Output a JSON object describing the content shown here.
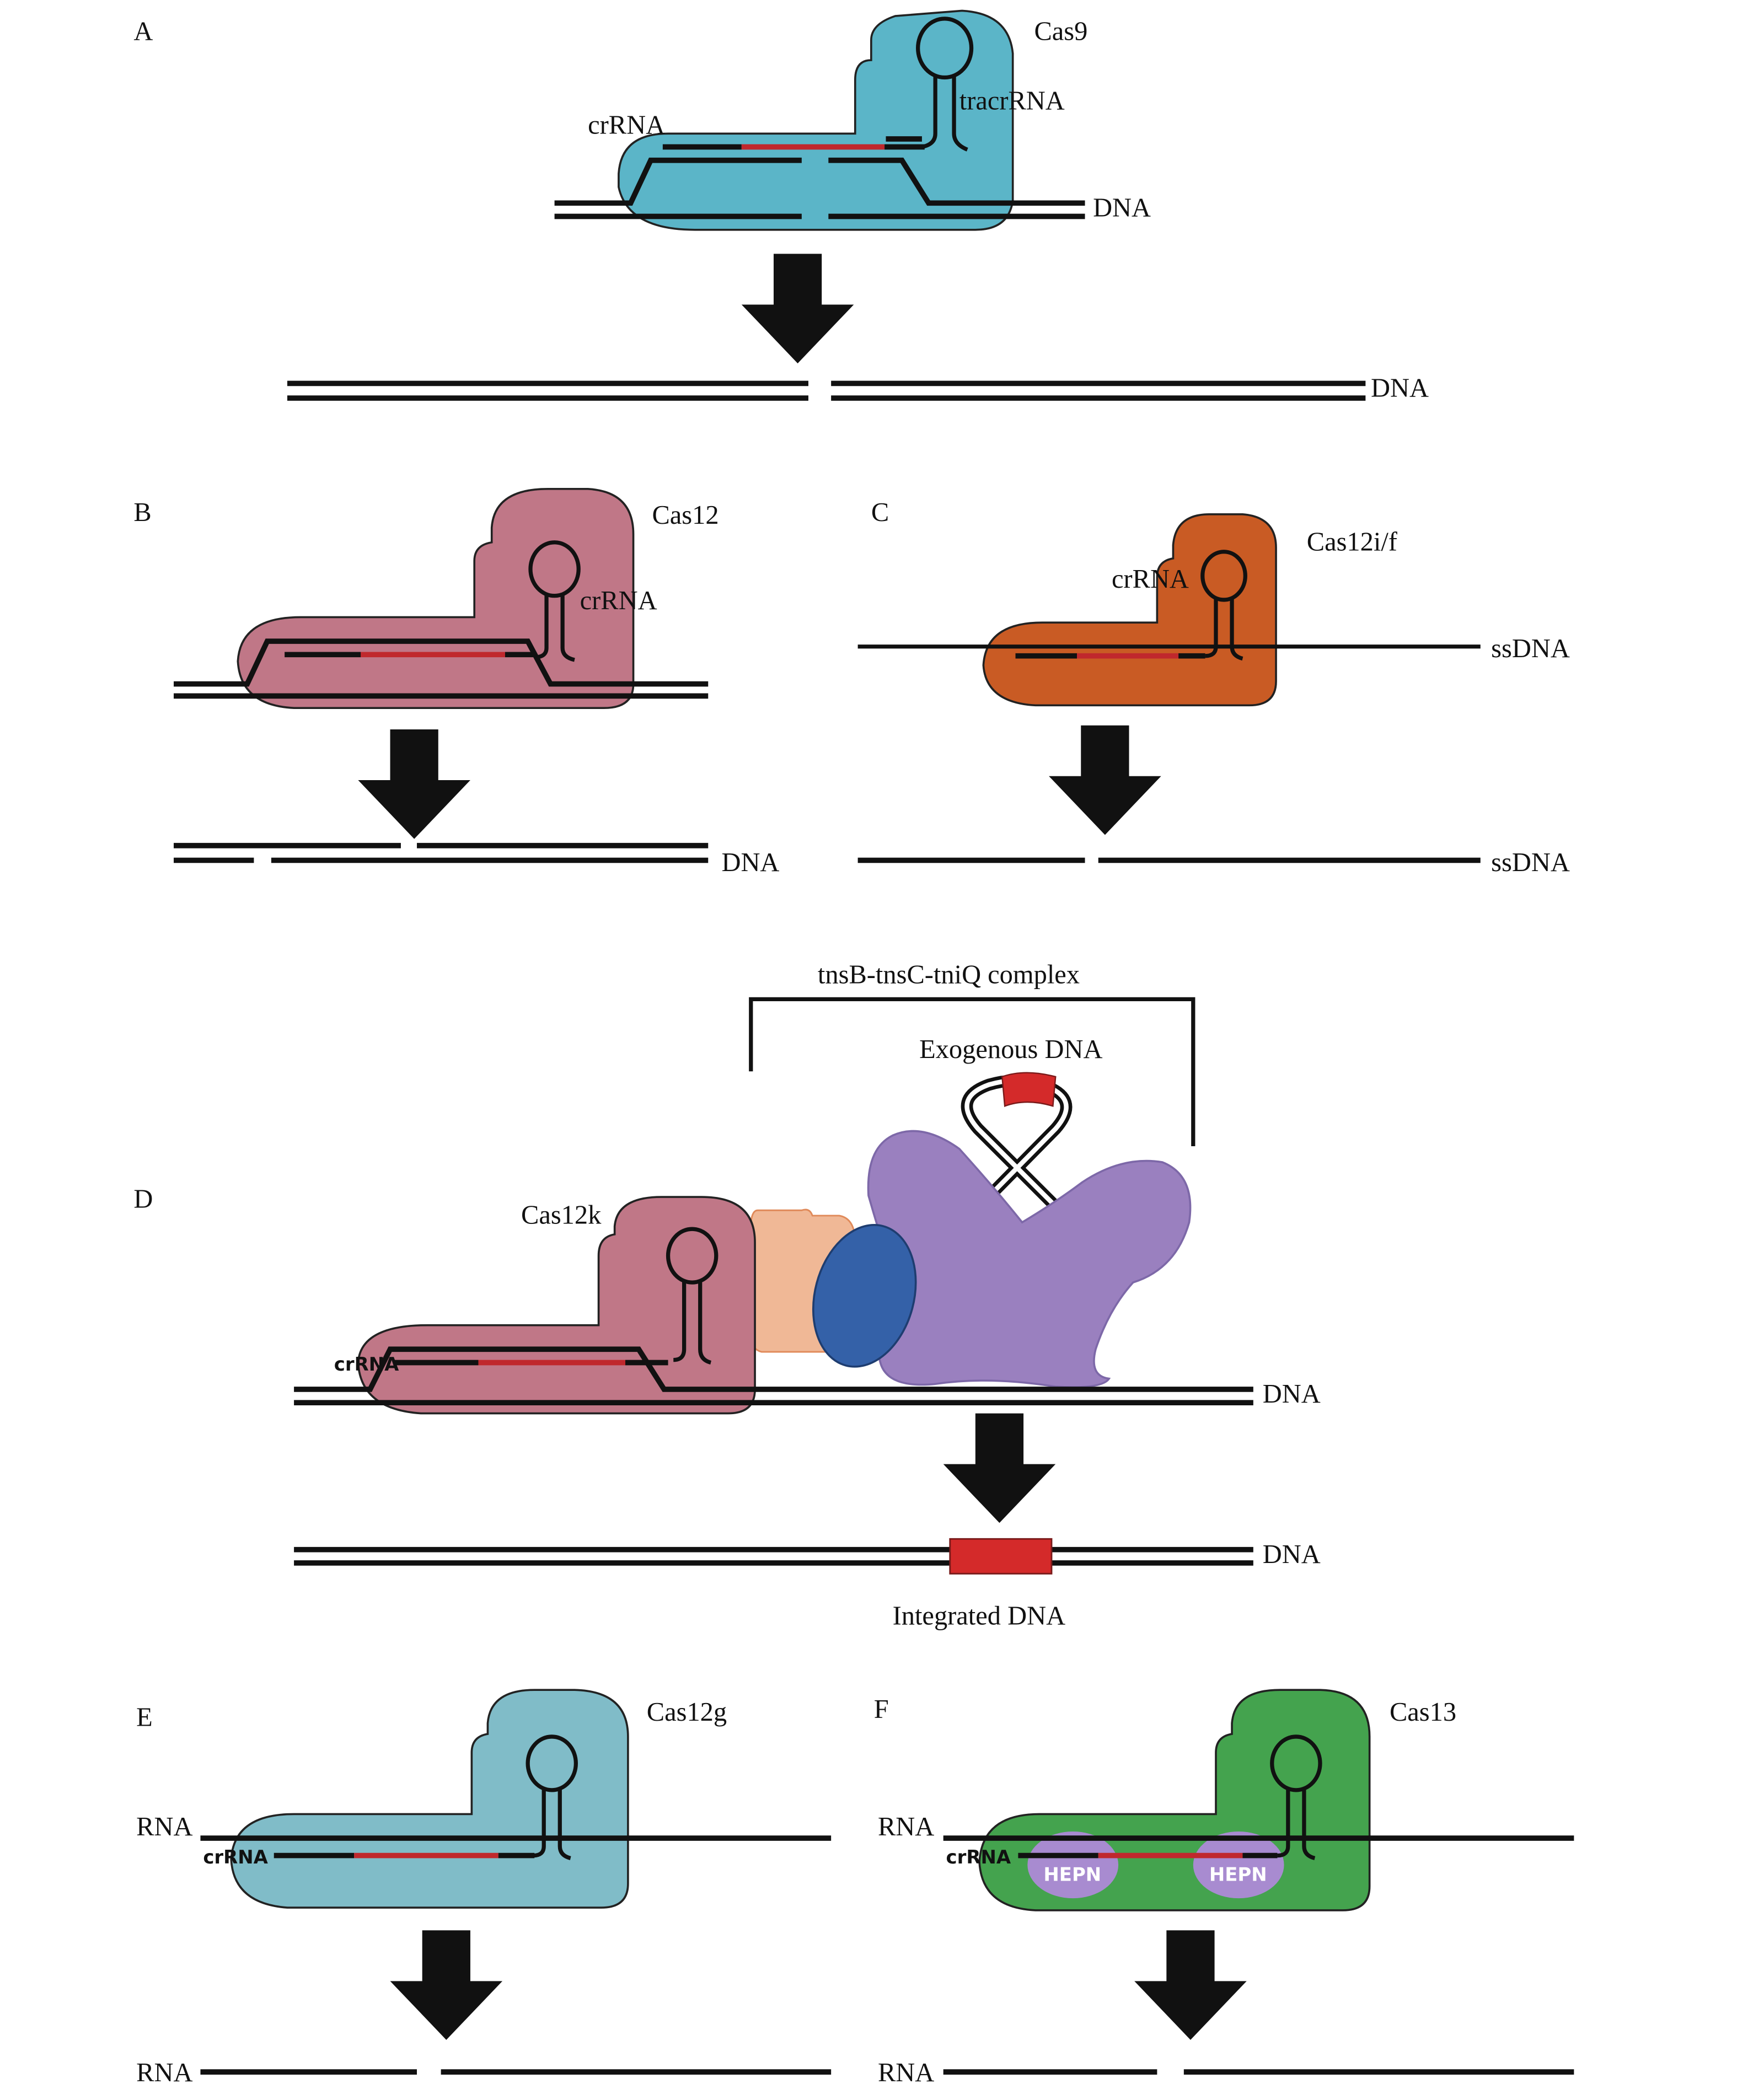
{
  "figure": {
    "panels": {
      "A": {
        "letter": "A",
        "protein": "Cas9",
        "guide_label": "crRNA",
        "tracr_label": "tracrRNA",
        "substrate_label": "DNA",
        "product_label": "DNA",
        "color": "#5bb5c8"
      },
      "B": {
        "letter": "B",
        "protein": "Cas12",
        "guide_label": "crRNA",
        "product_label": "DNA",
        "color": "#c07787"
      },
      "C": {
        "letter": "C",
        "protein": "Cas12i/f",
        "guide_label": "crRNA",
        "substrate_label": "ssDNA",
        "product_label": "ssDNA",
        "color": "#c95b24"
      },
      "D": {
        "letter": "D",
        "protein": "Cas12k",
        "guide_label": "crRNA",
        "complex_label": "tnsB-tnsC-tniQ complex",
        "exogenous_label": "Exogenous DNA",
        "substrate_label": "DNA",
        "product_label": "DNA",
        "integrated_label": "Integrated DNA",
        "color": "#c07787",
        "tniQ_color": "#f0b896",
        "tnsC_color": "#3461a8",
        "tnsB_color": "#9a80bf",
        "cargo_color": "#d42a2a"
      },
      "E": {
        "letter": "E",
        "protein": "Cas12g",
        "guide_label": "crRNA",
        "substrate_label": "RNA",
        "product_label": "RNA",
        "color": "#80bcc8"
      },
      "F": {
        "letter": "F",
        "protein": "Cas13",
        "guide_label": "crRNA",
        "substrate_label": "RNA",
        "product_label": "RNA",
        "domain_label_1": "HEPN",
        "domain_label_2": "HEPN",
        "color": "#44a34e",
        "hepn_color": "#a88bd0"
      }
    },
    "spacer_color": "#c0282d",
    "arrow_color": "#111111"
  }
}
